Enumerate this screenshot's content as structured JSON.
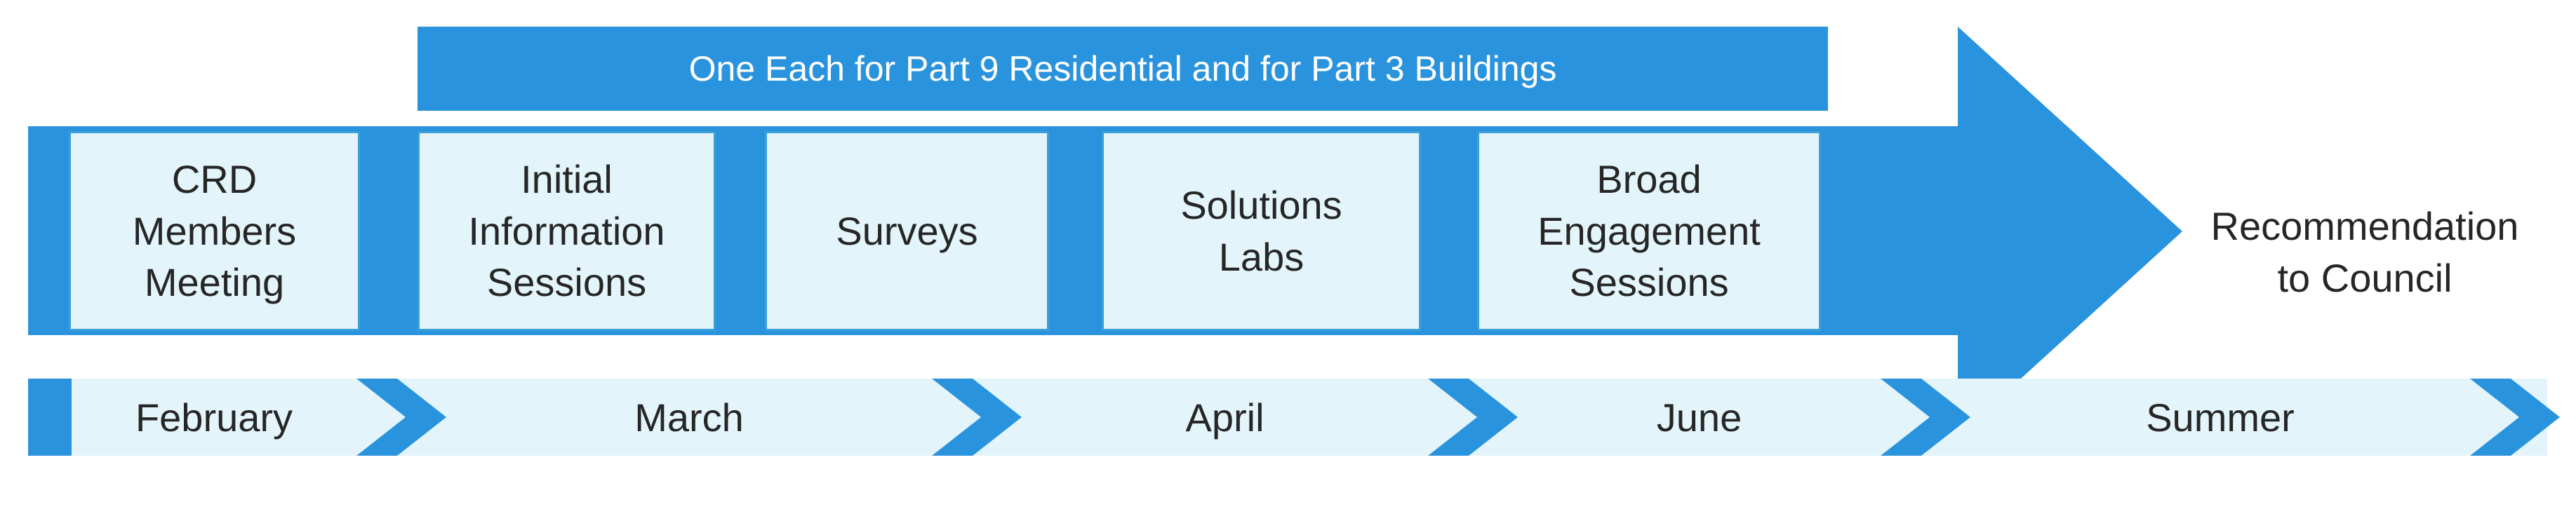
{
  "banner": {
    "text": "One Each for Part 9 Residential and for Part 3 Buildings"
  },
  "stages": [
    {
      "label": "CRD\nMembers\nMeeting"
    },
    {
      "label": "Initial\nInformation\nSessions"
    },
    {
      "label": "Surveys"
    },
    {
      "label": "Solutions\nLabs"
    },
    {
      "label": "Broad\nEngagement\nSessions"
    }
  ],
  "outcome": {
    "label": "Recommendation\nto Council"
  },
  "timeline": {
    "months": [
      "February",
      "March",
      "April",
      "June",
      "Summer"
    ]
  },
  "colors": {
    "arrow": "#2a93dd",
    "stage_fill": "#e3f5fa",
    "timeline_band": "#e3f5fa",
    "text": "#262626"
  }
}
